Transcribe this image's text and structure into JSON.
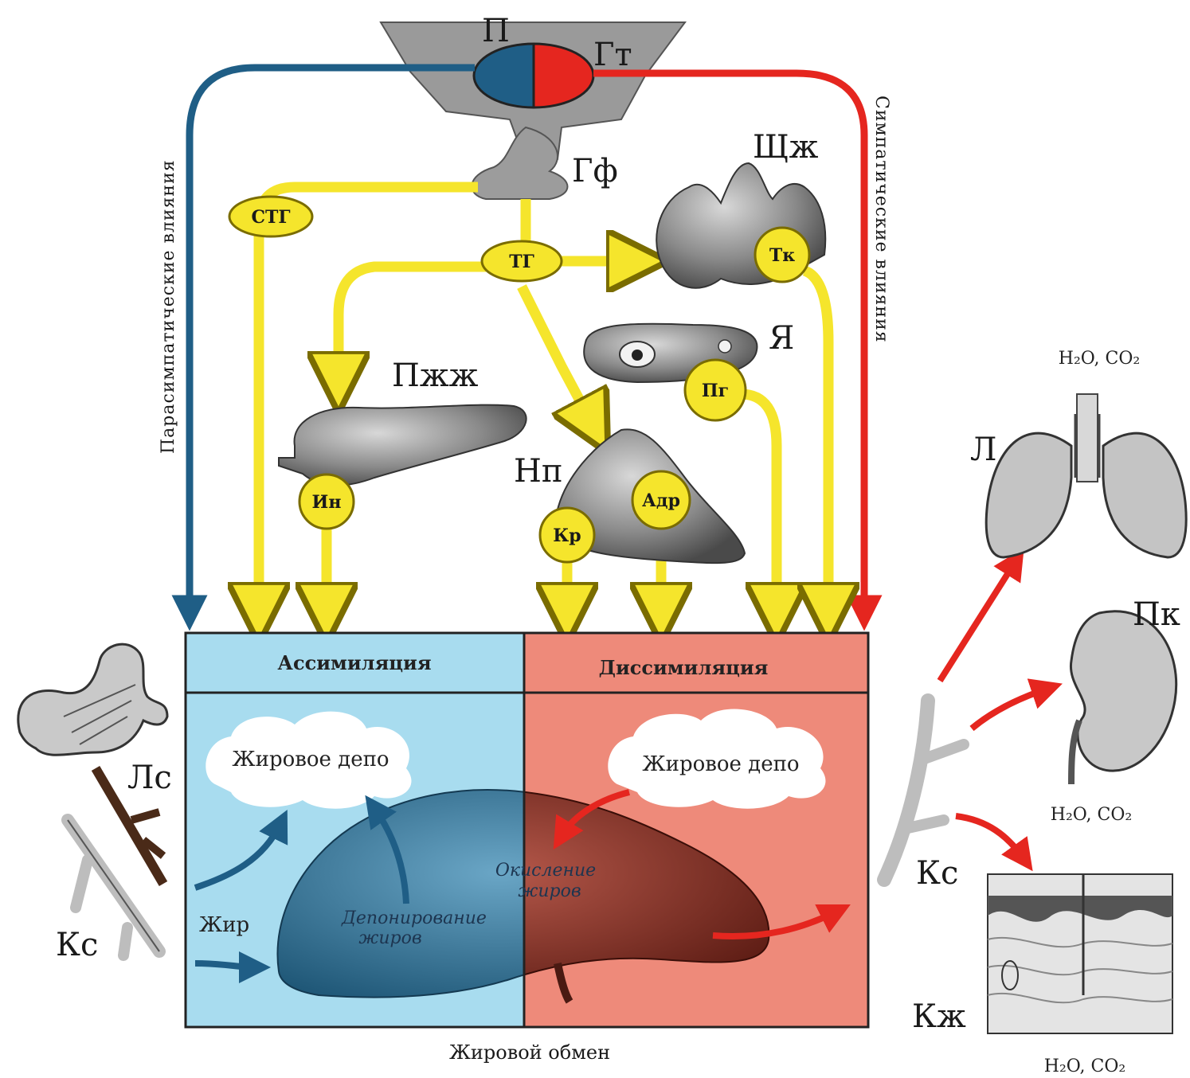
{
  "labels": {
    "hypothalamus_left": "П",
    "hypothalamus_right": "Гт",
    "pituitary": "Гф",
    "thyroid": "Щж",
    "pancreas": "Пжж",
    "ovary": "Я",
    "adrenal": "Нп",
    "lungs": "Л",
    "kidney": "Пк",
    "skin": "Кж",
    "lymph_vessel": "Лс",
    "blood_vessel_left": "Кс",
    "blood_vessel_right": "Кс"
  },
  "side_labels": {
    "parasympathetic": "Парасимпатические влияния",
    "sympathetic": "Симпатические влияния"
  },
  "hormones": {
    "stg": "СТГ",
    "tg": "ТГ",
    "tk": "Тк",
    "pg": "Пг",
    "in": "Ин",
    "kr": "Кр",
    "adr": "Адр"
  },
  "panels": {
    "assimilation": "Ассимиляция",
    "dissimilation": "Диссимиляция",
    "depot_left": "Жировое депо",
    "depot_right": "Жировое депо",
    "fat": "Жир",
    "deposition": "Депонирование жиров",
    "deposition_line1": "Депонирование",
    "deposition_line2": "жиров",
    "oxidation": "Окисление жиров",
    "oxidation_line1": "Окисление",
    "oxidation_line2": "жиров",
    "caption": "Жировой обмен"
  },
  "products": {
    "lungs": "H₂O, CO₂",
    "kidney": "H₂O, CO₂",
    "skin": "H₂O, CO₂"
  },
  "colors": {
    "parasympathetic": "#1f5e86",
    "sympathetic": "#e5261f",
    "hormone": "#f5e52c",
    "hormone_outline": "#8a7a00",
    "assimilation_bg": "#a8dcef",
    "dissimilation_bg": "#ee8a7a",
    "gland_gray": "#8e8e8e"
  }
}
